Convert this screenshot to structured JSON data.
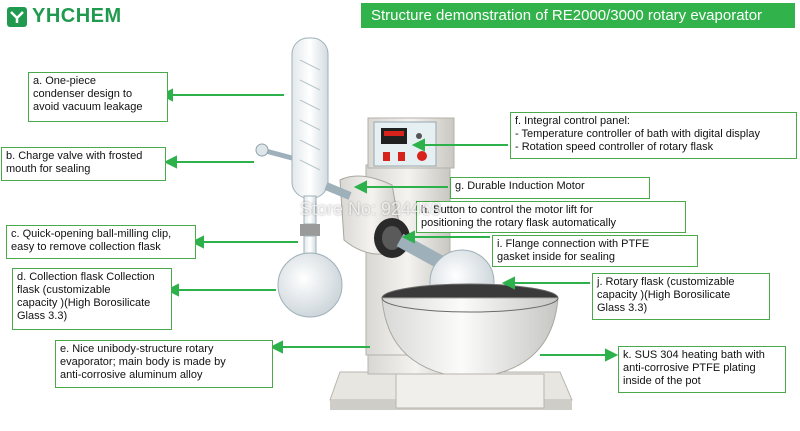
{
  "logo": {
    "text": "YHCHEM",
    "icon": "yhchem-logo-icon"
  },
  "title": "Structure demonstration of RE2000/3000 rotary evaporator",
  "watermark": "Store No: 924469",
  "colors": {
    "accent": "#32b24a",
    "callout_border": "#4aaa4a",
    "arrow": "#2db14b"
  },
  "callouts": {
    "a": "a. One-piece\ncondenser design to\navoid vacuum leakage",
    "b": "b. Charge valve with frosted\nmouth for sealing",
    "c": "c. Quick-opening ball-milling  clip,\neasy to  remove collection flask",
    "d": "d. Collection flask Collection\nflask (customizable\ncapacity )(High Borosilicate\nGlass 3.3)",
    "e": "e. Nice unibody-structure rotary\nevaporator; main body is  made by\nanti-corrosive aluminum alloy",
    "f": "f. Integral control panel:\n- Temperature controller of bath with digital display\n-  Rotation speed controller of rotary flask",
    "g": "g. Durable Induction Motor",
    "h": "h. Button to control the motor lift for\npositioning the rotary flask automatically",
    "i": "i. Flange connection with PTFE\ngasket inside for sealing",
    "j": "j. Rotary flask (customizable\ncapacity )(High Borosilicate\nGlass 3.3)",
    "k": "k. SUS 304 heating bath with\nanti-corrosive PTFE plating\ninside of the pot"
  }
}
